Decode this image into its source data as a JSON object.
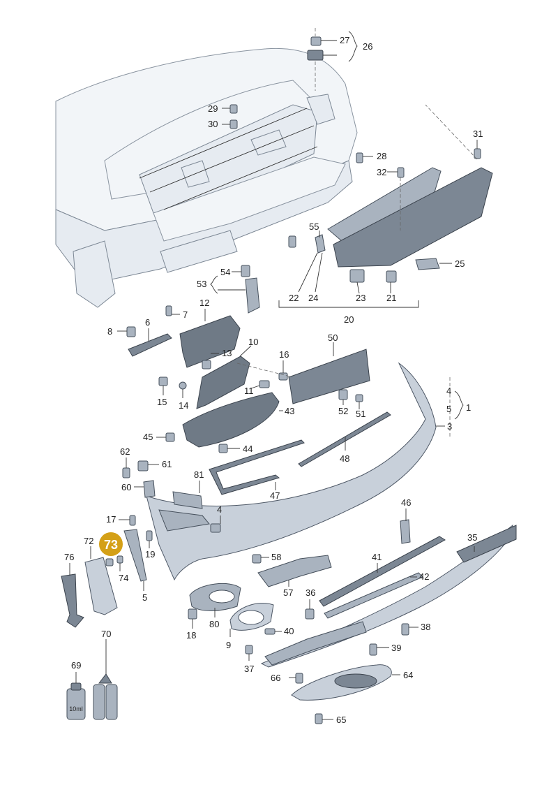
{
  "colors": {
    "highlight": "#d4a017",
    "highlight_text": "#ffffff",
    "line": "#333333",
    "part_fill": "#c8d0da",
    "part_dark": "#7c8794",
    "body_fill": "#e6ebf1"
  },
  "callouts": {
    "n1": "1",
    "n3": "3",
    "n4": "4",
    "n4b": "4",
    "n5": "5",
    "n5b": "5",
    "n6": "6",
    "n7": "7",
    "n8": "8",
    "n9": "9",
    "n10": "10",
    "n11": "11",
    "n12": "12",
    "n13": "13",
    "n14": "14",
    "n15": "15",
    "n16": "16",
    "n17": "17",
    "n18": "18",
    "n19": "19",
    "n20": "20",
    "n21": "21",
    "n22": "22",
    "n23": "23",
    "n24": "24",
    "n25": "25",
    "n26": "26",
    "n27": "27",
    "n28": "28",
    "n29": "29",
    "n30": "30",
    "n31": "31",
    "n32": "32",
    "n35": "35",
    "n36": "36",
    "n37": "37",
    "n38": "38",
    "n39": "39",
    "n40": "40",
    "n41": "41",
    "n42": "42",
    "n43": "43",
    "n44": "44",
    "n45": "45",
    "n46": "46",
    "n47": "47",
    "n48": "48",
    "n50": "50",
    "n51": "51",
    "n52": "52",
    "n53": "53",
    "n54": "54",
    "n55": "55",
    "n57": "57",
    "n58": "58",
    "n60": "60",
    "n61": "61",
    "n62": "62",
    "n64": "64",
    "n65": "65",
    "n66": "66",
    "n69": "69",
    "n70": "70",
    "n72": "72",
    "n73": "73",
    "n74": "74",
    "n76": "76",
    "n80": "80",
    "n81": "81"
  },
  "bottle_label": "10ml"
}
